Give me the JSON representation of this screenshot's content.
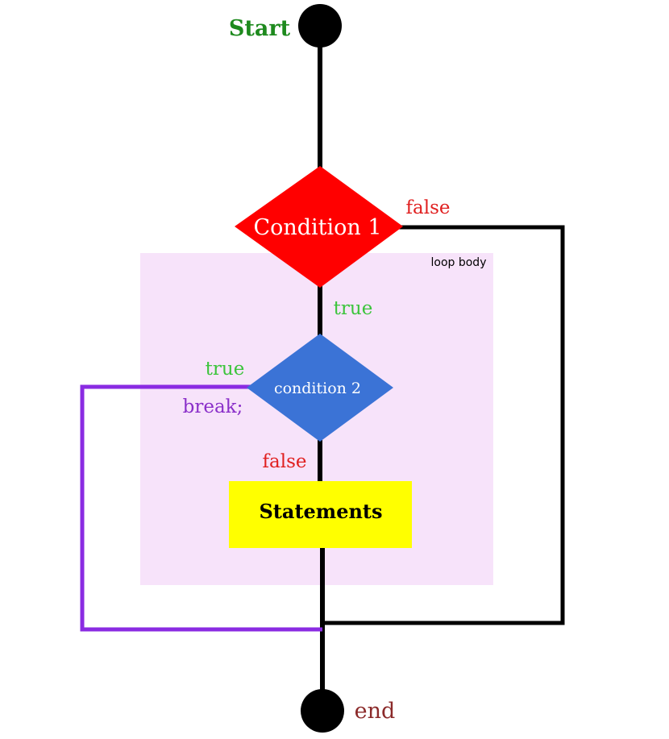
{
  "diagram": {
    "start_label": "Start",
    "end_label": "end",
    "condition1_label": "Condition 1",
    "condition1_false_label": "false",
    "condition1_true_label": "true",
    "loop_body_label": "loop body",
    "condition2_label": "condition 2",
    "condition2_true_label": "true",
    "break_label": "break;",
    "condition2_false_label": "false",
    "statements_label": "Statements"
  },
  "colors": {
    "start_text": "#1e8a1e",
    "end_text": "#8b2a2a",
    "condition1_fill": "#ff0000",
    "condition2_fill": "#3b73d6",
    "statements_fill": "#ffff00",
    "loop_body_fill": "#f7e3fa",
    "false_text": "#e02020",
    "true_text": "#3cc43c",
    "break_text": "#8a2fc9",
    "break_line": "#8a2be2",
    "line": "#000000"
  }
}
